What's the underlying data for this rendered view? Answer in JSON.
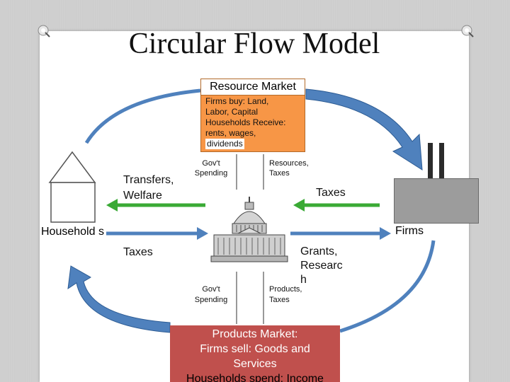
{
  "title": "Circular Flow Model",
  "resource_market": {
    "heading": "Resource Market",
    "lines": [
      "Firms buy: Land,",
      "Labor, Capital",
      "Households Receive:",
      "rents, wages,",
      "dividends"
    ]
  },
  "products_market": {
    "lines": [
      "Products  Market:",
      "Firms sell: Goods and",
      "Services",
      "Households spend: Income"
    ]
  },
  "households": {
    "label": "Household s"
  },
  "firms": {
    "label": "Firms"
  },
  "labels": {
    "transfers_welfare": [
      "Transfers,",
      "Welfare"
    ],
    "taxes_left": "Taxes",
    "taxes_right": "Taxes",
    "grants_research": [
      "Grants,",
      "Researc",
      "h"
    ],
    "govt_spending_top": [
      "Gov't",
      "Spending"
    ],
    "resources_taxes": [
      "Resources,",
      "Taxes"
    ],
    "govt_spending_bottom": [
      "Gov't",
      "Spending"
    ],
    "products_taxes": [
      "Products,",
      "Taxes"
    ]
  },
  "colors": {
    "flow_arrow": "#4f81bd",
    "green_arrow": "#3aaa35",
    "resource_box": "#f79646",
    "products_box": "#c0504d"
  }
}
